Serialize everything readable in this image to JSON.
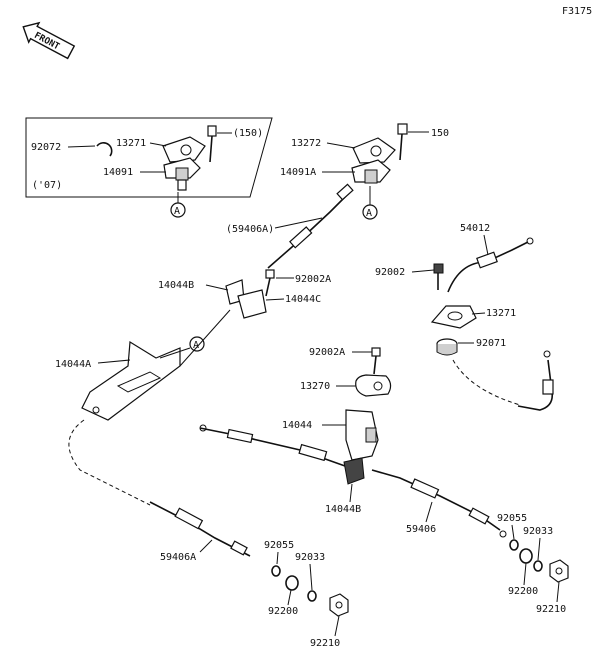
{
  "figure_code": "F3175",
  "front_arrow": "FRONT",
  "inset": {
    "year_note": "('07)"
  },
  "labels": {
    "l92072": "92072",
    "l13271a": "13271",
    "l150a": "(150)",
    "l14091": "14091",
    "l13272": "13272",
    "l150b": "150",
    "l14091A": "14091A",
    "l59406Ap": "(59406A)",
    "l54012": "54012",
    "l92002": "92002",
    "l14044B": "14044B",
    "l92002Aa": "92002A",
    "l14044C": "14044C",
    "l13271b": "13271",
    "l92071": "92071",
    "l14044A": "14044A",
    "l92002Ab": "92002A",
    "l13270": "13270",
    "l14044": "14044",
    "l14044Bb": "14044B",
    "l59406": "59406",
    "l92055a": "92055",
    "l92033a": "92033",
    "l92200a": "92200",
    "l92210a": "92210",
    "l59406A": "59406A",
    "l92055b": "92055",
    "l92033b": "92033",
    "l92200b": "92200",
    "l92210b": "92210"
  },
  "refs": {
    "a1": "A",
    "a2": "A",
    "a3": "A"
  }
}
